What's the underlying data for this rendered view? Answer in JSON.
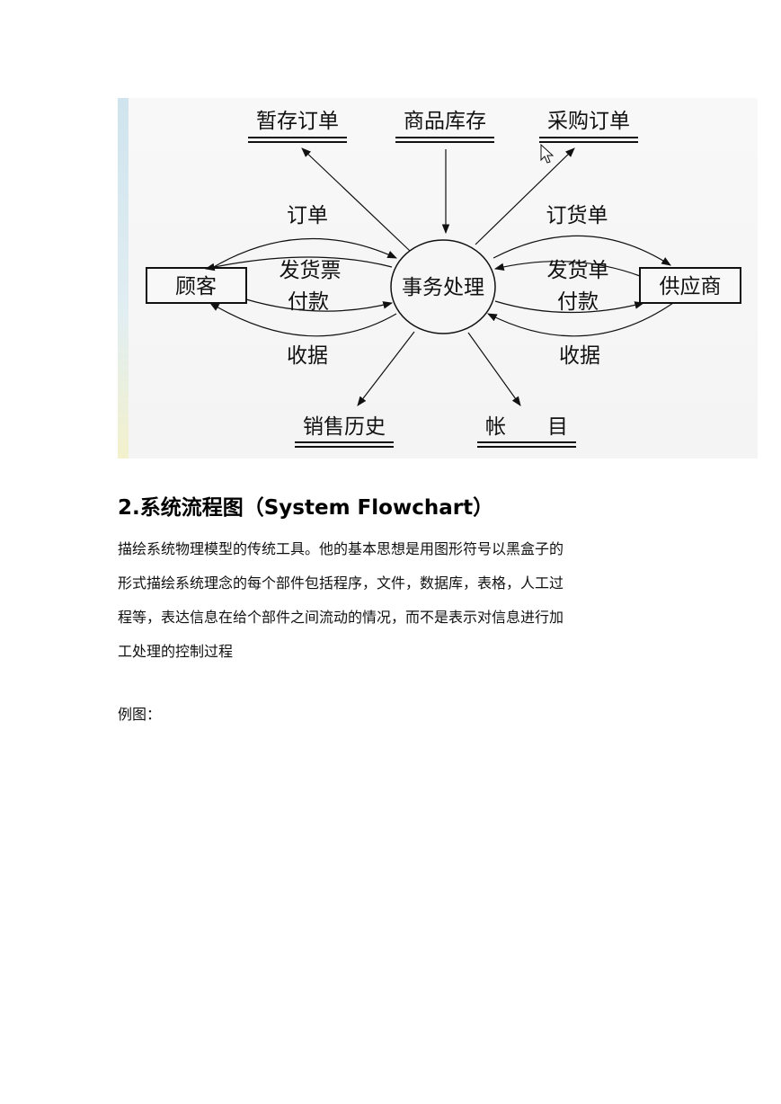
{
  "diagram": {
    "nodes": {
      "process": "事务处理",
      "customer": "顾客",
      "supplier": "供应商"
    },
    "stores": {
      "temp_order": "暂存订单",
      "inventory": "商品库存",
      "purchase_order": "采购订单",
      "sales_history": "销售历史",
      "ledger": "帐　　目"
    },
    "flows": {
      "left_top": "订单",
      "left_mid_1": "发货票",
      "left_mid_2": "付款",
      "left_bottom": "收据",
      "right_top": "订货单",
      "right_mid_1": "发货单",
      "right_mid_2": "付款",
      "right_bottom": "收据"
    }
  },
  "section": {
    "heading": "2.系统流程图（System Flowchart）",
    "paragraph_lines": [
      "描绘系统物理模型的传统工具。他的基本思想是用图形符号以黑盒子的",
      "形式描绘系统理念的每个部件包括程序，文件，数据库，表格，人工过",
      "程等，表达信息在给个部件之间流动的情况，而不是表示对信息进行加",
      "工处理的控制过程"
    ],
    "example_label": "例图："
  }
}
